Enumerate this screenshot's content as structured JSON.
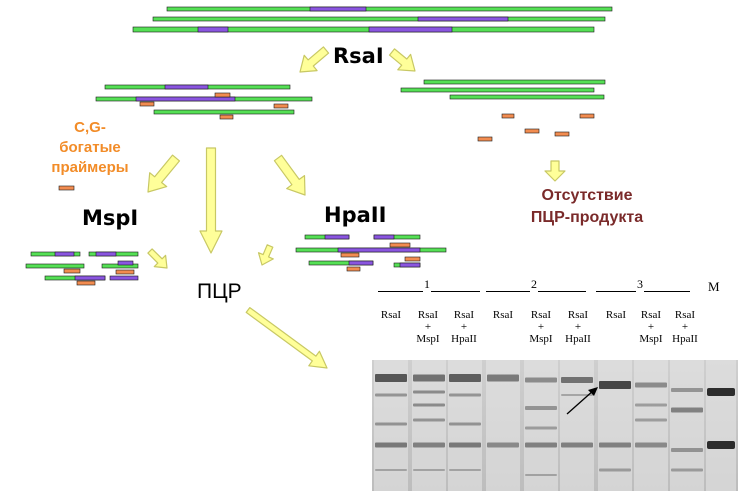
{
  "labels": {
    "rsai": "RsaI",
    "gc_primers": [
      "C,G-",
      "богатые",
      "праймеры"
    ],
    "mspi": "MspI",
    "hpaii": "HpaII",
    "pcr": "ПЦР",
    "no_product": [
      "Отсутствие",
      "ПЦР-продукта"
    ]
  },
  "gel": {
    "groups": [
      "1",
      "2",
      "3"
    ],
    "marker": "M",
    "lanes": [
      [
        "RsaI"
      ],
      [
        "RsaI",
        "+",
        "MspI"
      ],
      [
        "RsaI",
        "+",
        "HpaII"
      ],
      [
        "RsaI"
      ],
      [
        "RsaI",
        "+",
        "MspI"
      ],
      [
        "RsaI",
        "+",
        "HpaII"
      ],
      [
        "RsaI"
      ],
      [
        "RsaI",
        "+",
        "MspI"
      ],
      [
        "RsaI",
        "+",
        "HpaII"
      ]
    ]
  },
  "colors": {
    "green": "#55e055",
    "purple": "#8a55e0",
    "orange": "#f28c50",
    "arrow_fill": "#ffff99",
    "arrow_stroke": "#c8c864"
  }
}
